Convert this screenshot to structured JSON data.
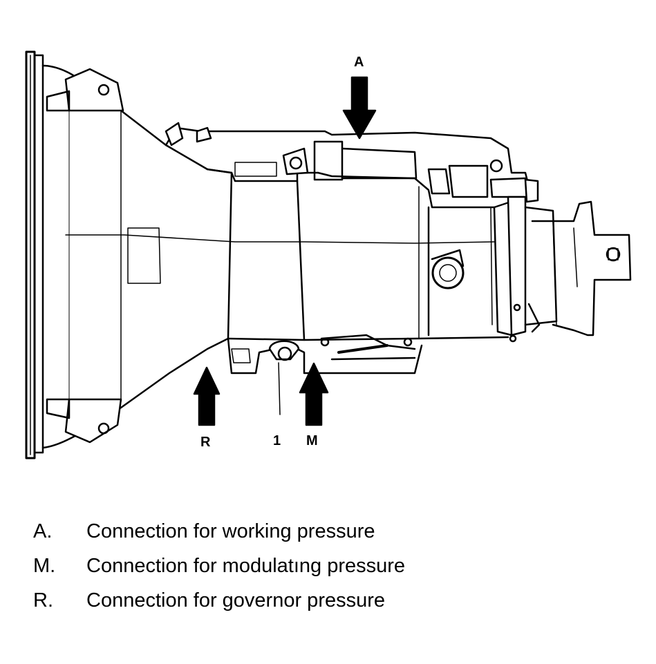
{
  "callouts": {
    "a": "A",
    "r": "R",
    "one": "1",
    "m": "M"
  },
  "legend": [
    {
      "key": "A.",
      "text": "Connection for working pressure"
    },
    {
      "key": "M.",
      "text": "Connection for modulatıng pressure"
    },
    {
      "key": "R.",
      "text": "Connection for governor pressure"
    }
  ],
  "colors": {
    "ink": "#000000",
    "paper": "#ffffff"
  }
}
